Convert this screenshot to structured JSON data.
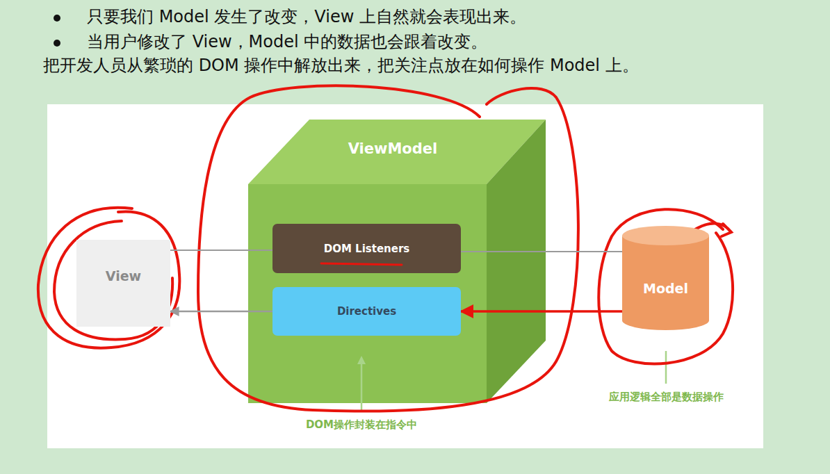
{
  "diagram": {
    "nodes": [
      {
        "text": [
          "View"
        ]
      },
      {
        "text": [
          "ViewModel"
        ]
      },
      {
        "text": [
          "DOM Listeners"
        ],
        "in": 1
      },
      {
        "text": [
          "Directives"
        ],
        "in": 1
      },
      {
        "text": [
          "Model"
        ]
      }
    ],
    "edges": [
      {
        "from": 0,
        "to": 2,
        "arrow": "none"
      },
      {
        "from": 2,
        "to": 4,
        "arrow": "none"
      },
      {
        "from": 4,
        "to": 3,
        "arrow": "to"
      },
      {
        "from": 3,
        "to": 0,
        "arrow": "to"
      }
    ],
    "labels": [
      "只要我们 Model 发生了改变，View 上自然就会表现出来。",
      "当用户修改了 View，Model 中的数据也会跟着改变。",
      "把开发人员从繁琐的 DOM 操作中解放出来，把关注点放在如何操作 Model 上。",
      "应用逻辑全部是数据操作",
      "DOM操作封装在指令中"
    ]
  }
}
